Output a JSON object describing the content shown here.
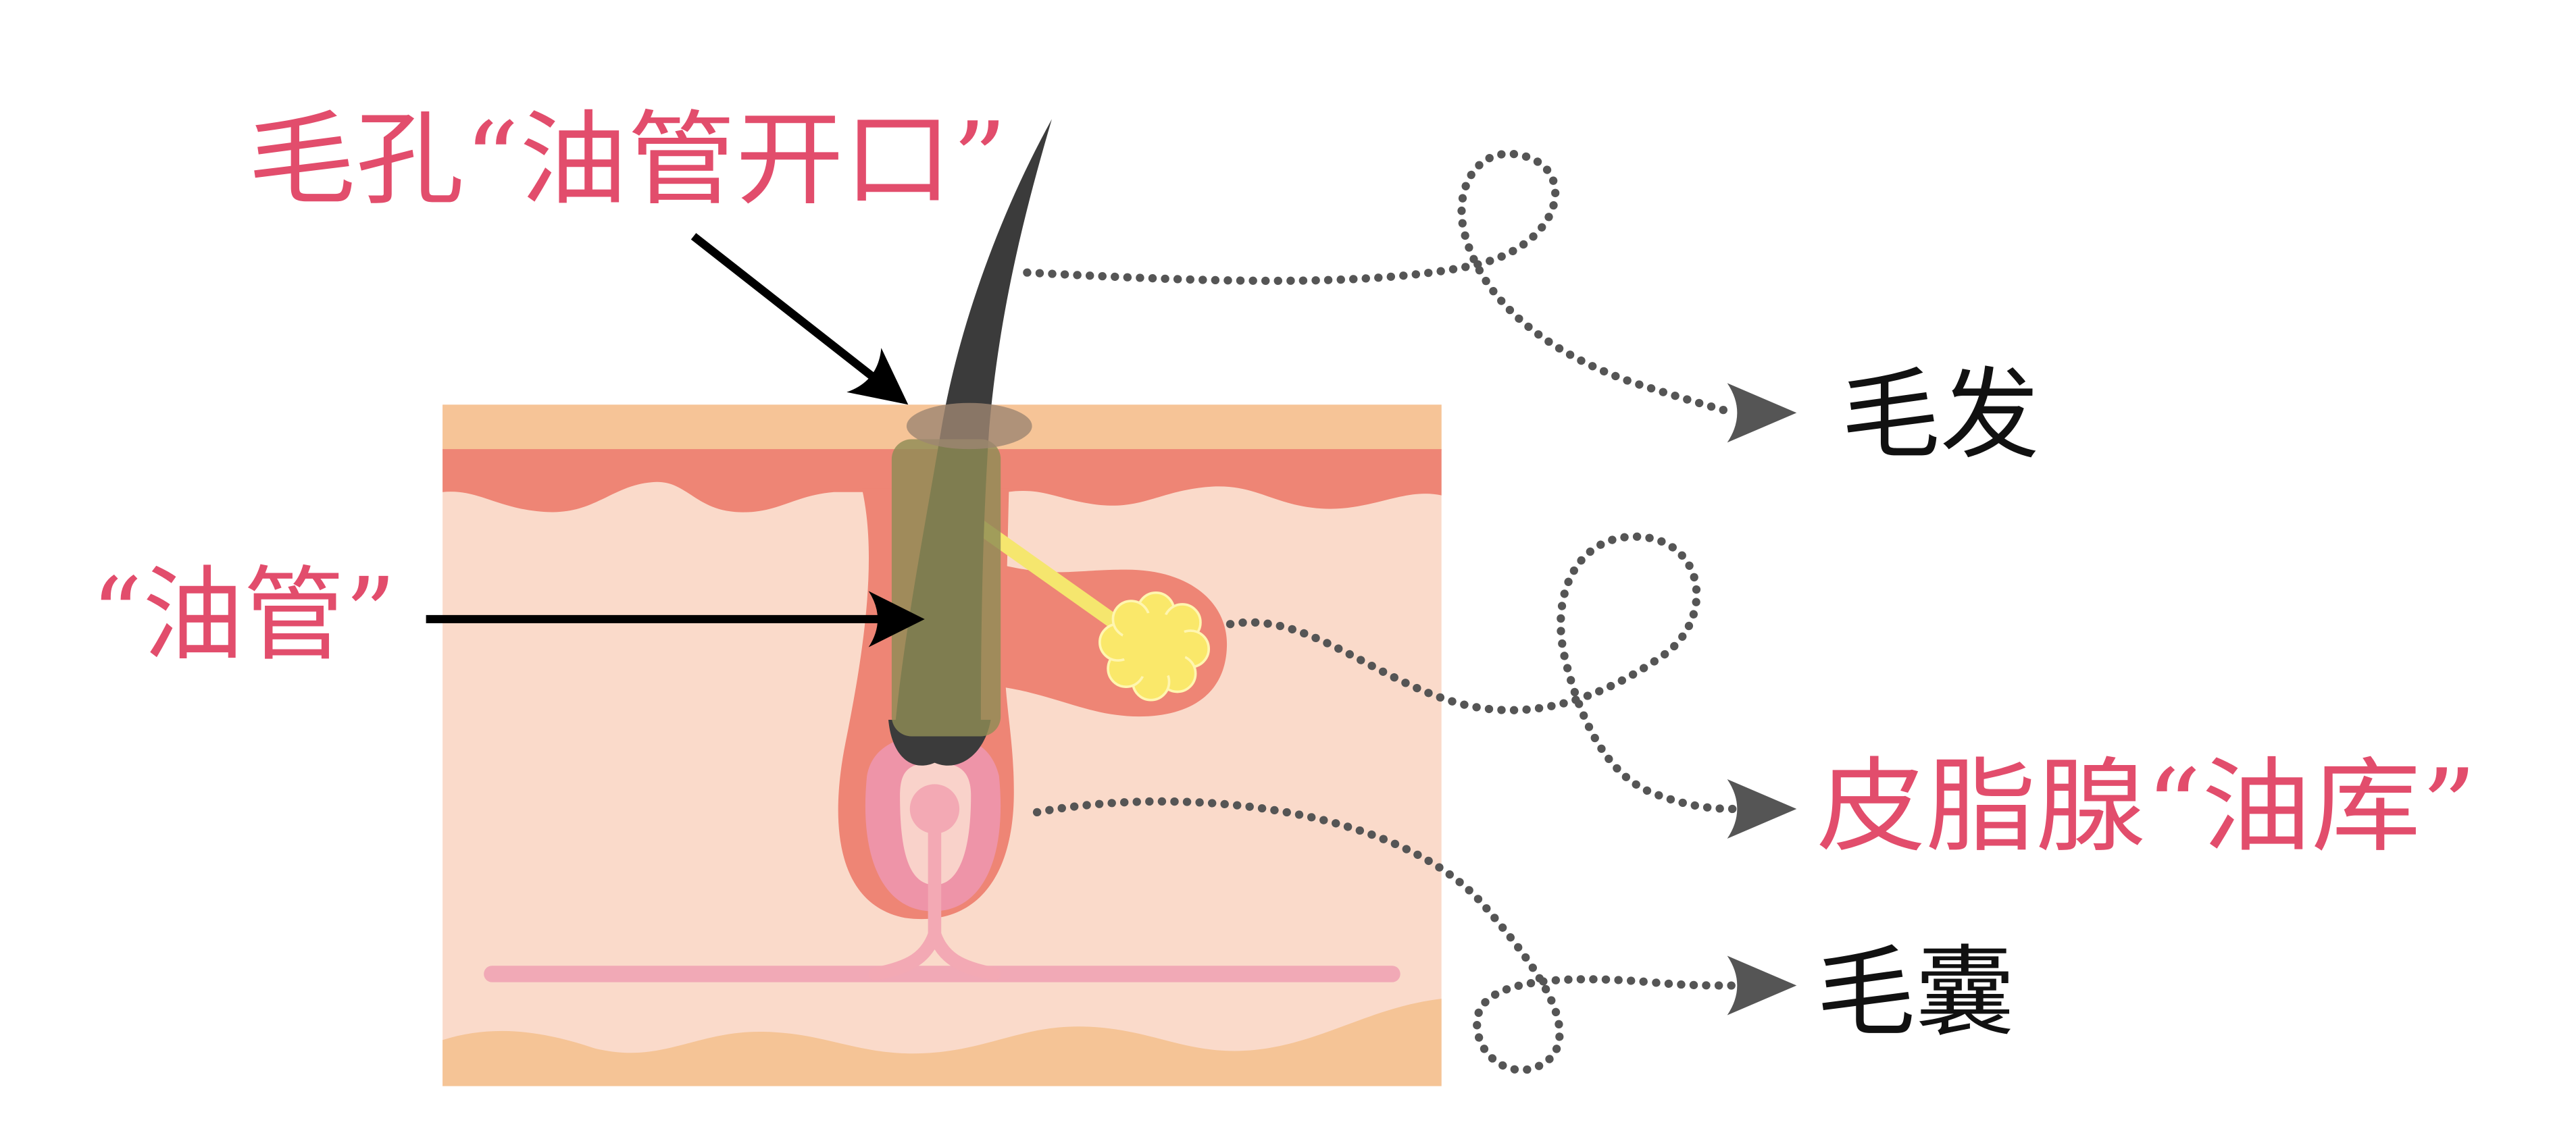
{
  "labels": {
    "pore": "毛孔“油管开口”",
    "duct": "“油管”",
    "hair": "毛发",
    "gland": "皮脂腺“油库”",
    "follicle": "毛囊"
  },
  "colors": {
    "label_accent": "#E24D6C",
    "label_dark": "#111111",
    "hair": "#3B3B3B",
    "epidermis": "#F6C497",
    "dermis_upper": "#EE8575",
    "dermis": "#FADACA",
    "sebum": "#FAE86A",
    "bulb": "#EE94A8",
    "duct_overlay": "#8F8C55"
  }
}
